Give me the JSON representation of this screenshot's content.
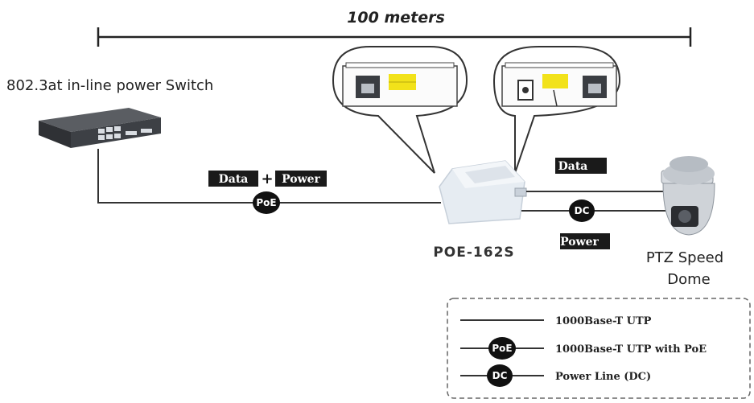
{
  "distance": {
    "label": "100 meters"
  },
  "switch": {
    "label": "802.3at in-line power Switch"
  },
  "device": {
    "label": "POE-162S"
  },
  "camera": {
    "label_line1": "PTZ Speed",
    "label_line2": "Dome"
  },
  "cable_labels": {
    "data_left": "Data",
    "plus": "+",
    "power_left": "Power",
    "data_right": "Data",
    "power_right": "Power"
  },
  "badges": {
    "poe": "PoE",
    "dc": "DC"
  },
  "legend": {
    "items": [
      {
        "badge": "",
        "text": "1000Base-T UTP"
      },
      {
        "badge": "PoE",
        "text": "1000Base-T UTP with PoE"
      },
      {
        "badge": "DC",
        "text": "Power Line (DC)"
      }
    ]
  },
  "colors": {
    "line": "#333333",
    "badge": "#111111",
    "label_box": "#1a1a1a",
    "port_yellow": "#f2e21a",
    "device_body": "#e6ecf2"
  }
}
